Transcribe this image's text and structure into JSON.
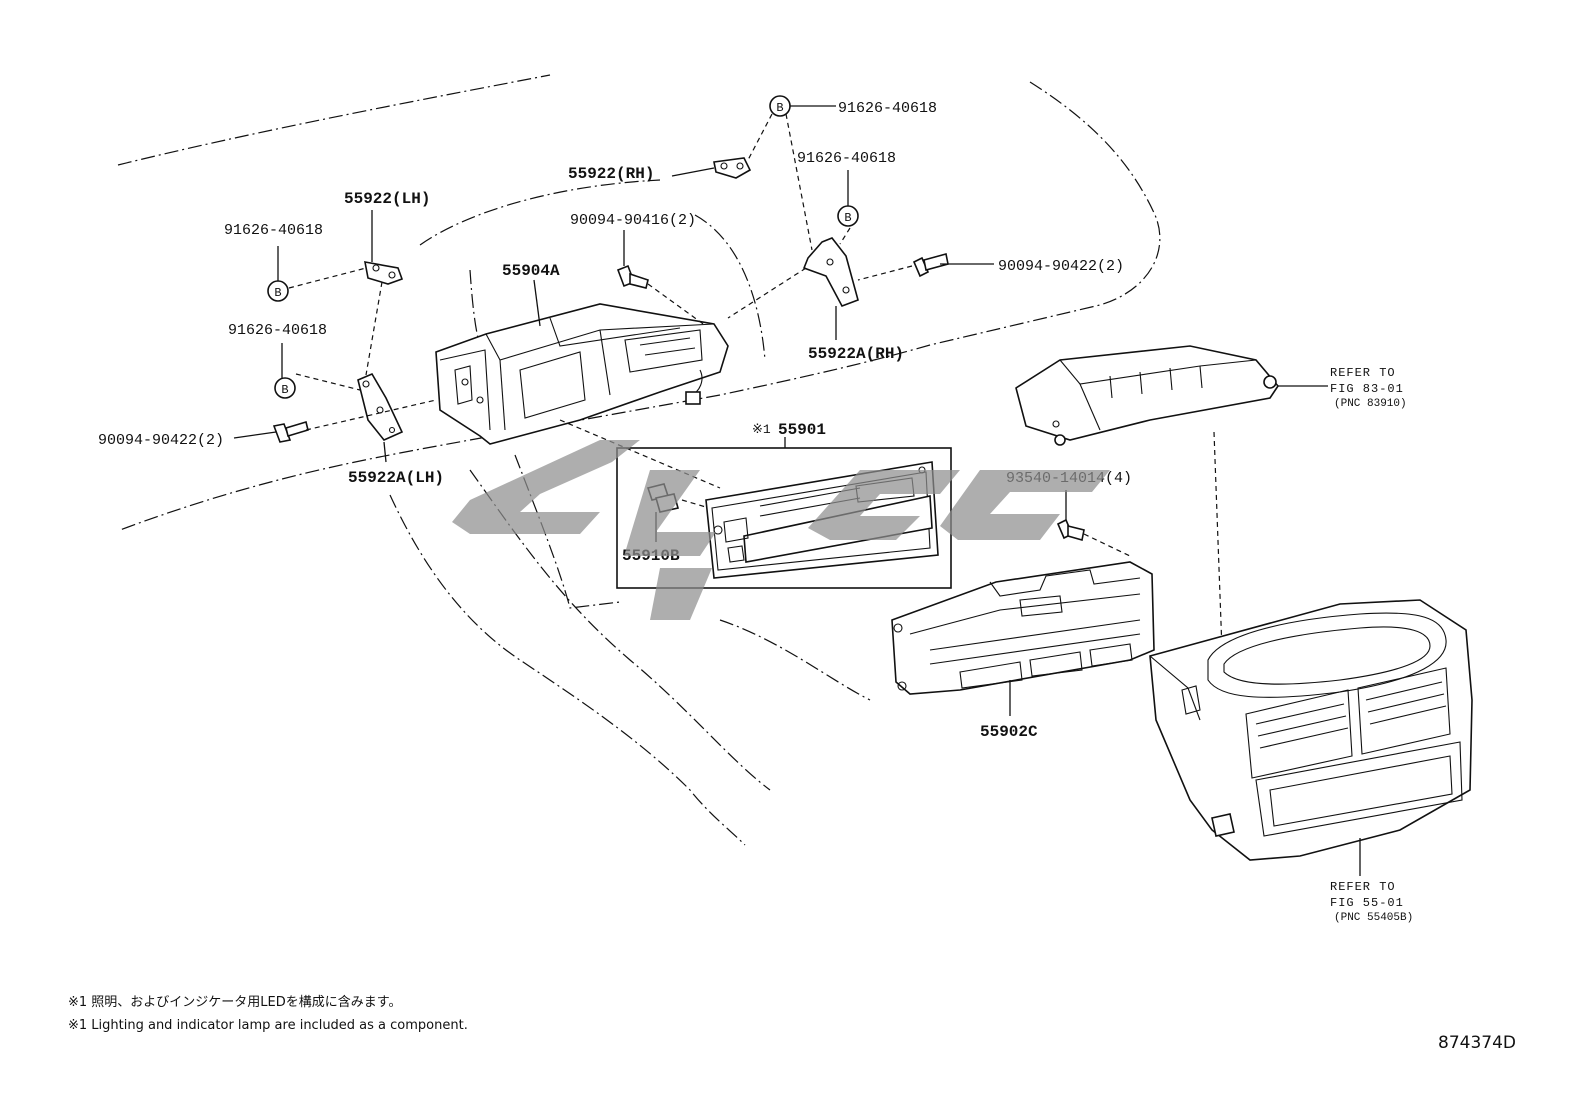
{
  "labels": {
    "bolt_b_top": "91626-40618",
    "bolt_b_right": "91626-40618",
    "bolt_b_left_top": "91626-40618",
    "bolt_b_left_mid": "91626-40618",
    "bracket_lh": "55922(LH)",
    "bracket_rh": "55922(RH)",
    "bracket_a_lh": "55922A(LH)",
    "bracket_a_rh": "55922A(RH)",
    "screw_left": "90094-90422(2)",
    "screw_right": "90094-90422(2)",
    "screw_top": "90094-90416(2)",
    "housing": "55904A",
    "control_panel": "55901",
    "control_panel_prefix": "※1",
    "knob": "55910B",
    "screw_4": "93540-14014(4)",
    "switch_bezel": "55902C",
    "b_marker": "B"
  },
  "references": {
    "upper": {
      "line1": "REFER TO",
      "line2": "FIG 83-01",
      "line3": "(PNC 83910)"
    },
    "lower": {
      "line1": "REFER TO",
      "line2": "FIG 55-01",
      "line3": "(PNC 55405B)"
    }
  },
  "notes": {
    "jp": "※1 照明、およびインジケータ用LEDを構成に含みます。",
    "en": "※1 Lighting and indicator lamp are included as a component."
  },
  "figure_id": "874374D"
}
